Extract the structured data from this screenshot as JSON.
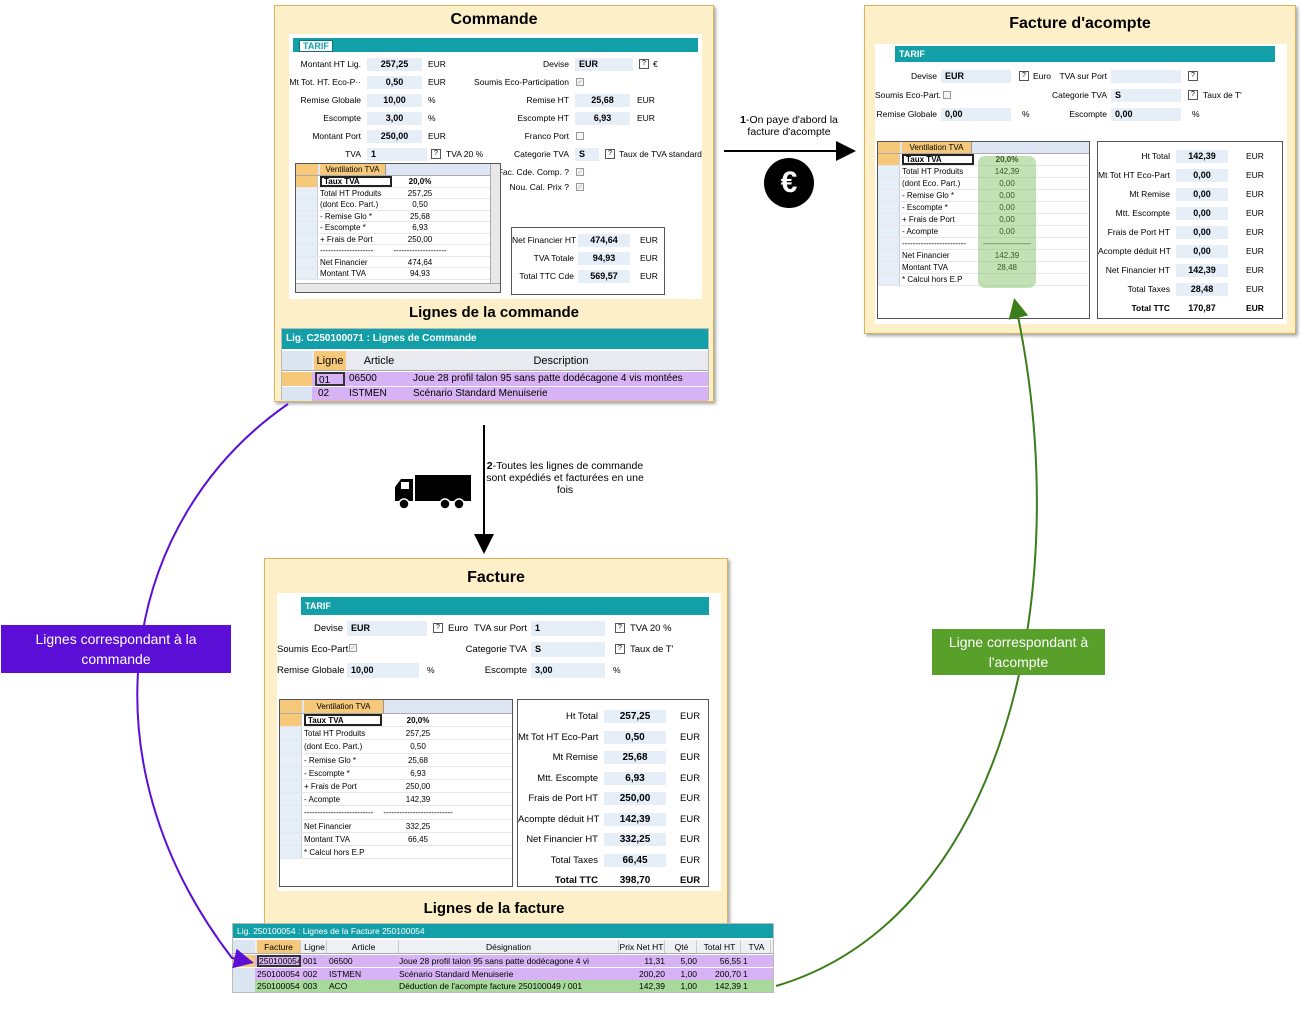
{
  "commande": {
    "title": "Commande",
    "tarif": "TARIF",
    "fields": [
      {
        "label": "Montant HT Lig.",
        "value": "257,25",
        "unit": "EUR"
      },
      {
        "label": "Mt Tot. HT. Eco-P··",
        "value": "0,50",
        "unit": "EUR"
      },
      {
        "label": "Remise Globale",
        "value": "10,00",
        "unit": "%"
      },
      {
        "label": "Escompte",
        "value": "3,00",
        "unit": "%"
      },
      {
        "label": "Montant Port",
        "value": "250,00",
        "unit": "EUR"
      },
      {
        "label": "TVA",
        "value": "1",
        "unit": "TVA 20 %"
      }
    ],
    "right_fields": [
      {
        "label": "Devise",
        "value": "EUR",
        "unit": "€"
      },
      {
        "label": "Soumis Eco-Participation",
        "value": "",
        "unit": ""
      },
      {
        "label": "Remise HT",
        "value": "25,68",
        "unit": "EUR"
      },
      {
        "label": "Escompte HT",
        "value": "6,93",
        "unit": "EUR"
      },
      {
        "label": "Franco Port",
        "value": "",
        "unit": ""
      },
      {
        "label": "Categorie TVA",
        "value": "S",
        "unit": "Taux de TVA standard"
      }
    ],
    "checks": [
      "Fac. Cde. Comp. ?",
      "Nou. Cal. Prix ?"
    ],
    "vent_header": "Ventilation TVA",
    "vent_rows": [
      {
        "label": "Taux TVA",
        "value": "20,0%"
      },
      {
        "label": "Total HT Produits",
        "value": "257,25"
      },
      {
        "label": "(dont Eco. Part.)",
        "value": "0,50"
      },
      {
        "label": "- Remise Glo *",
        "value": "25,68"
      },
      {
        "label": "- Escompte *",
        "value": "6,93"
      },
      {
        "label": "+ Frais de Port",
        "value": "250,00"
      },
      {
        "label": "--------------------",
        "value": "--------------------"
      },
      {
        "label": "Net Financier",
        "value": "474,64"
      },
      {
        "label": "Montant TVA",
        "value": "94,93"
      }
    ],
    "totals": [
      {
        "label": "Net Financier HT",
        "value": "474,64",
        "unit": "EUR"
      },
      {
        "label": "TVA Totale",
        "value": "94,93",
        "unit": "EUR"
      },
      {
        "label": "Total TTC Cde",
        "value": "569,57",
        "unit": "EUR"
      }
    ]
  },
  "lignes_commande": {
    "title": "Lignes de la commande",
    "bar": "Lig. C250100071 : Lignes de Commande",
    "headers": [
      "Ligne",
      "Article",
      "Description"
    ],
    "rows": [
      {
        "ligne": "01",
        "article": "06500",
        "desc": "Joue 28 profil talon 95 sans patte dodécagone 4 vis montées"
      },
      {
        "ligne": "02",
        "article": "ISTMEN",
        "desc": "Scénario Standard Menuiserie"
      }
    ]
  },
  "acompte": {
    "title": "Facture d'acompte",
    "tarif": "TARIF",
    "devise_label": "Devise",
    "devise_value": "EUR",
    "devise_unit": "Euro",
    "tva_port_label": "TVA sur Port",
    "soumis_label": "Soumis Eco-Part.",
    "cat_label": "Categorie TVA",
    "cat_value": "S",
    "cat_unit": "Taux de T'",
    "remise_label": "Remise Globale",
    "remise_value": "0,00",
    "remise_unit": "%",
    "esc_label": "Escompte",
    "esc_value": "0,00",
    "esc_unit": "%",
    "vent_header": "Ventilation TVA",
    "vent_rows": [
      {
        "label": "Taux TVA",
        "value": "20,0%"
      },
      {
        "label": "Total HT Produits",
        "value": "142,39"
      },
      {
        "label": "(dont Eco. Part.)",
        "value": "0,00"
      },
      {
        "label": "- Remise Glo *",
        "value": "0,00"
      },
      {
        "label": "- Escompte *",
        "value": "0,00"
      },
      {
        "label": "+ Frais de Port",
        "value": "0,00"
      },
      {
        "label": "- Acompte",
        "value": "0,00"
      },
      {
        "label": "------------------------",
        "value": "------------------"
      },
      {
        "label": "Net Financier",
        "value": "142,39"
      },
      {
        "label": "Montant TVA",
        "value": "28,48"
      },
      {
        "label": "* Calcul hors E.P",
        "value": ""
      }
    ],
    "totals": [
      {
        "label": "Ht Total",
        "value": "142,39",
        "unit": "EUR"
      },
      {
        "label": "Mt Tot HT Eco-Part",
        "value": "0,00",
        "unit": "EUR"
      },
      {
        "label": "Mt Remise",
        "value": "0,00",
        "unit": "EUR"
      },
      {
        "label": "Mtt. Escompte",
        "value": "0,00",
        "unit": "EUR"
      },
      {
        "label": "Frais de Port HT",
        "value": "0,00",
        "unit": "EUR"
      },
      {
        "label": "Acompte déduit  HT",
        "value": "0,00",
        "unit": "EUR"
      },
      {
        "label": "Net Financier HT",
        "value": "142,39",
        "unit": "EUR"
      },
      {
        "label": "Total Taxes",
        "value": "28,48",
        "unit": "EUR"
      },
      {
        "label": "Total TTC",
        "value": "170,87",
        "unit": "EUR"
      }
    ]
  },
  "facture": {
    "title": "Facture",
    "tarif": "TARIF",
    "devise_label": "Devise",
    "devise_value": "EUR",
    "devise_unit": "Euro",
    "tva_port_label": "TVA sur Port",
    "tva_port_value": "1",
    "tva_port_unit": "TVA 20 %",
    "soumis_label": "Soumis Eco-Part.",
    "cat_label": "Categorie TVA",
    "cat_value": "S",
    "cat_unit": "Taux de T'",
    "remise_label": "Remise Globale",
    "remise_value": "10,00",
    "remise_unit": "%",
    "esc_label": "Escompte",
    "esc_value": "3,00",
    "esc_unit": "%",
    "vent_header": "Ventilation TVA",
    "vent_rows": [
      {
        "label": "Taux TVA",
        "value": "20,0%"
      },
      {
        "label": "Total HT Produits",
        "value": "257,25"
      },
      {
        "label": "(dont Eco. Part.)",
        "value": "0,50"
      },
      {
        "label": "- Remise Glo *",
        "value": "25,68"
      },
      {
        "label": "- Escompte *",
        "value": "6,93"
      },
      {
        "label": "+ Frais de Port",
        "value": "250,00"
      },
      {
        "label": "- Acompte",
        "value": "142,39"
      },
      {
        "label": "--------------------------",
        "value": "--------------------------"
      },
      {
        "label": "Net Financier",
        "value": "332,25"
      },
      {
        "label": "Montant TVA",
        "value": "66,45"
      },
      {
        "label": "* Calcul hors E.P",
        "value": ""
      }
    ],
    "totals": [
      {
        "label": "Ht Total",
        "value": "257,25",
        "unit": "EUR"
      },
      {
        "label": "Mt Tot HT Eco-Part",
        "value": "0,50",
        "unit": "EUR"
      },
      {
        "label": "Mt Remise",
        "value": "25,68",
        "unit": "EUR"
      },
      {
        "label": "Mtt. Escompte",
        "value": "6,93",
        "unit": "EUR"
      },
      {
        "label": "Frais de Port HT",
        "value": "250,00",
        "unit": "EUR"
      },
      {
        "label": "Acompte déduit  HT",
        "value": "142,39",
        "unit": "EUR"
      },
      {
        "label": "Net Financier HT",
        "value": "332,25",
        "unit": "EUR"
      },
      {
        "label": "Total Taxes",
        "value": "66,45",
        "unit": "EUR"
      },
      {
        "label": "Total TTC",
        "value": "398,70",
        "unit": "EUR"
      }
    ]
  },
  "lignes_facture": {
    "title": "Lignes de la facture",
    "bar": "Lig. 250100054 : Lignes de la Facture 250100054",
    "headers": [
      "Facture",
      "Ligne",
      "Article",
      "Désignation",
      "Prix Net HT",
      "Qté",
      "Total HT",
      "TVA"
    ],
    "rows": [
      {
        "facture": "250100054",
        "ligne": "001",
        "article": "06500",
        "designation": "Joue 28 profil talon 95 sans patte dodécagone 4 vi",
        "prix": "11,31",
        "qte": "5,00",
        "total": "56,55",
        "tva": "1"
      },
      {
        "facture": "250100054",
        "ligne": "002",
        "article": "ISTMEN",
        "designation": "Scénario Standard Menuiserie",
        "prix": "200,20",
        "qte": "1,00",
        "total": "200,70",
        "tva": "1"
      },
      {
        "facture": "250100054",
        "ligne": "003",
        "article": "ACO",
        "designation": "Déduction de l'acompte facture 250100049 / 001",
        "prix": "142,39",
        "qte": "1,00",
        "total": "142,39",
        "tva": "1"
      }
    ]
  },
  "arrows": {
    "step1_num": "1",
    "step1_text": "-On paye d'abord la facture d'acompte",
    "step2_num": "2",
    "step2_text": "-Toutes les lignes de commande sont expédiés et facturées en une fois",
    "euro_symbol": "€"
  },
  "callouts": {
    "purple": "Lignes correspondant à la commande",
    "green": "Ligne correspondant à l'acompte"
  },
  "colors": {
    "panel_bg": "#fdf0c8",
    "teal": "#139fa8",
    "purple": "#5b0fd6",
    "green": "#58a02a",
    "row_purple": "#d7b3f5",
    "row_green": "#a6d99a"
  }
}
